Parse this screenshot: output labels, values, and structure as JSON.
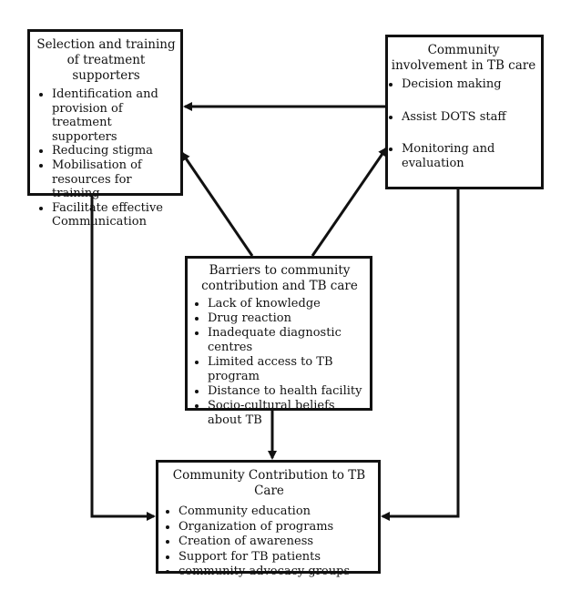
{
  "boxes": {
    "selection": {
      "title": "Selection and training of treatment supporters",
      "items": [
        "Identification and provision of treatment supporters",
        "Reducing stigma",
        "Mobilisation of resources for training",
        "Facilitate effective Communication"
      ]
    },
    "community": {
      "title": "Community involvement in TB care",
      "items": [
        "Decision making",
        "Assist DOTS staff",
        "Monitoring and evaluation"
      ]
    },
    "barriers": {
      "title": "Barriers to community contribution and TB care",
      "items": [
        "Lack of knowledge",
        "Drug reaction",
        "Inadequate diagnostic centres",
        "Limited access to TB program",
        "Distance to health facility",
        "Socio-cultural beliefs about TB"
      ]
    },
    "contribution": {
      "title": "Community Contribution to TB Care",
      "items": [
        "Community education",
        "Organization of programs",
        "Creation of awareness",
        "Support for TB patients",
        "community advocacy groups"
      ]
    }
  },
  "colors": {
    "stroke": "#111111",
    "background": "#ffffff"
  }
}
